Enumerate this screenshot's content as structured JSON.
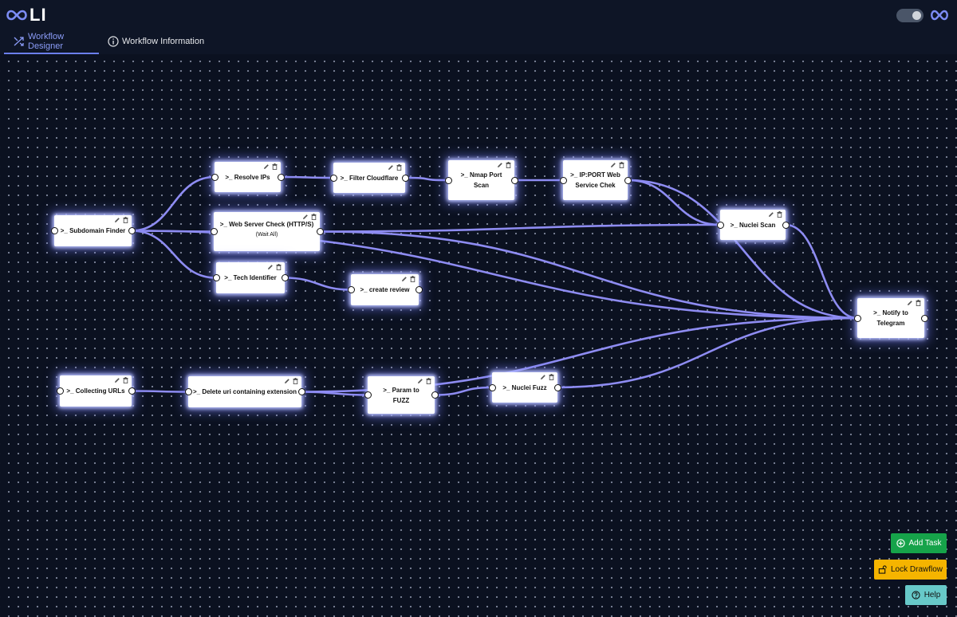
{
  "app": {
    "logo_text": "LI"
  },
  "tabs": [
    {
      "label": "Workflow Designer",
      "active": true
    },
    {
      "label": "Workflow Information",
      "active": false
    }
  ],
  "node_prefix": ">_",
  "nodes": {
    "subdomain_finder": {
      "label": "Subdomain Finder"
    },
    "resolve_ips": {
      "label": "Resolve IPs"
    },
    "filter_cloudflare": {
      "label": "Filter Cloudflare"
    },
    "nmap_port_scan": {
      "label": "Nmap Port\nScan"
    },
    "ip_port_web_service": {
      "label": "IP:PORT Web\nService Chek"
    },
    "nuclei_scan": {
      "label": "Nuclei Scan"
    },
    "web_server_check": {
      "label": "Web Server Check (HTTP/S)",
      "sublabel": "(Wait All)"
    },
    "tech_identifier": {
      "label": "Tech Identifier"
    },
    "create_review": {
      "label": "create review"
    },
    "notify_telegram": {
      "label": "Notify to\nTelegram"
    },
    "collecting_urls": {
      "label": "Collecting URLs"
    },
    "delete_uri_ext": {
      "label": "Delete uri containing extension"
    },
    "param_to_fuzz": {
      "label": "Param to\nFUZZ"
    },
    "nuclei_fuzz": {
      "label": "Nuclei Fuzz"
    }
  },
  "connections": [
    [
      "subdomain_finder",
      "resolve_ips"
    ],
    [
      "subdomain_finder",
      "web_server_check"
    ],
    [
      "subdomain_finder",
      "tech_identifier"
    ],
    [
      "subdomain_finder",
      "notify_telegram"
    ],
    [
      "resolve_ips",
      "filter_cloudflare"
    ],
    [
      "filter_cloudflare",
      "nmap_port_scan"
    ],
    [
      "nmap_port_scan",
      "ip_port_web_service"
    ],
    [
      "ip_port_web_service",
      "nuclei_scan"
    ],
    [
      "ip_port_web_service",
      "notify_telegram"
    ],
    [
      "web_server_check",
      "nuclei_scan"
    ],
    [
      "web_server_check",
      "notify_telegram"
    ],
    [
      "nuclei_scan",
      "notify_telegram"
    ],
    [
      "tech_identifier",
      "create_review"
    ],
    [
      "collecting_urls",
      "delete_uri_ext"
    ],
    [
      "delete_uri_ext",
      "param_to_fuzz"
    ],
    [
      "delete_uri_ext",
      "notify_telegram"
    ],
    [
      "param_to_fuzz",
      "nuclei_fuzz"
    ],
    [
      "nuclei_fuzz",
      "notify_telegram"
    ]
  ],
  "icons": {
    "edit": "pencil-icon",
    "delete": "trash-icon"
  },
  "buttons": {
    "add_task": "Add Task",
    "lock_drawflow": "Lock Drawflow",
    "help": "Help"
  },
  "colors": {
    "accent": "#6b7ff0",
    "wire": "#8e8cf2",
    "add_task": "#16a34a",
    "lock": "#f5b400",
    "help": "#67c9c9"
  }
}
